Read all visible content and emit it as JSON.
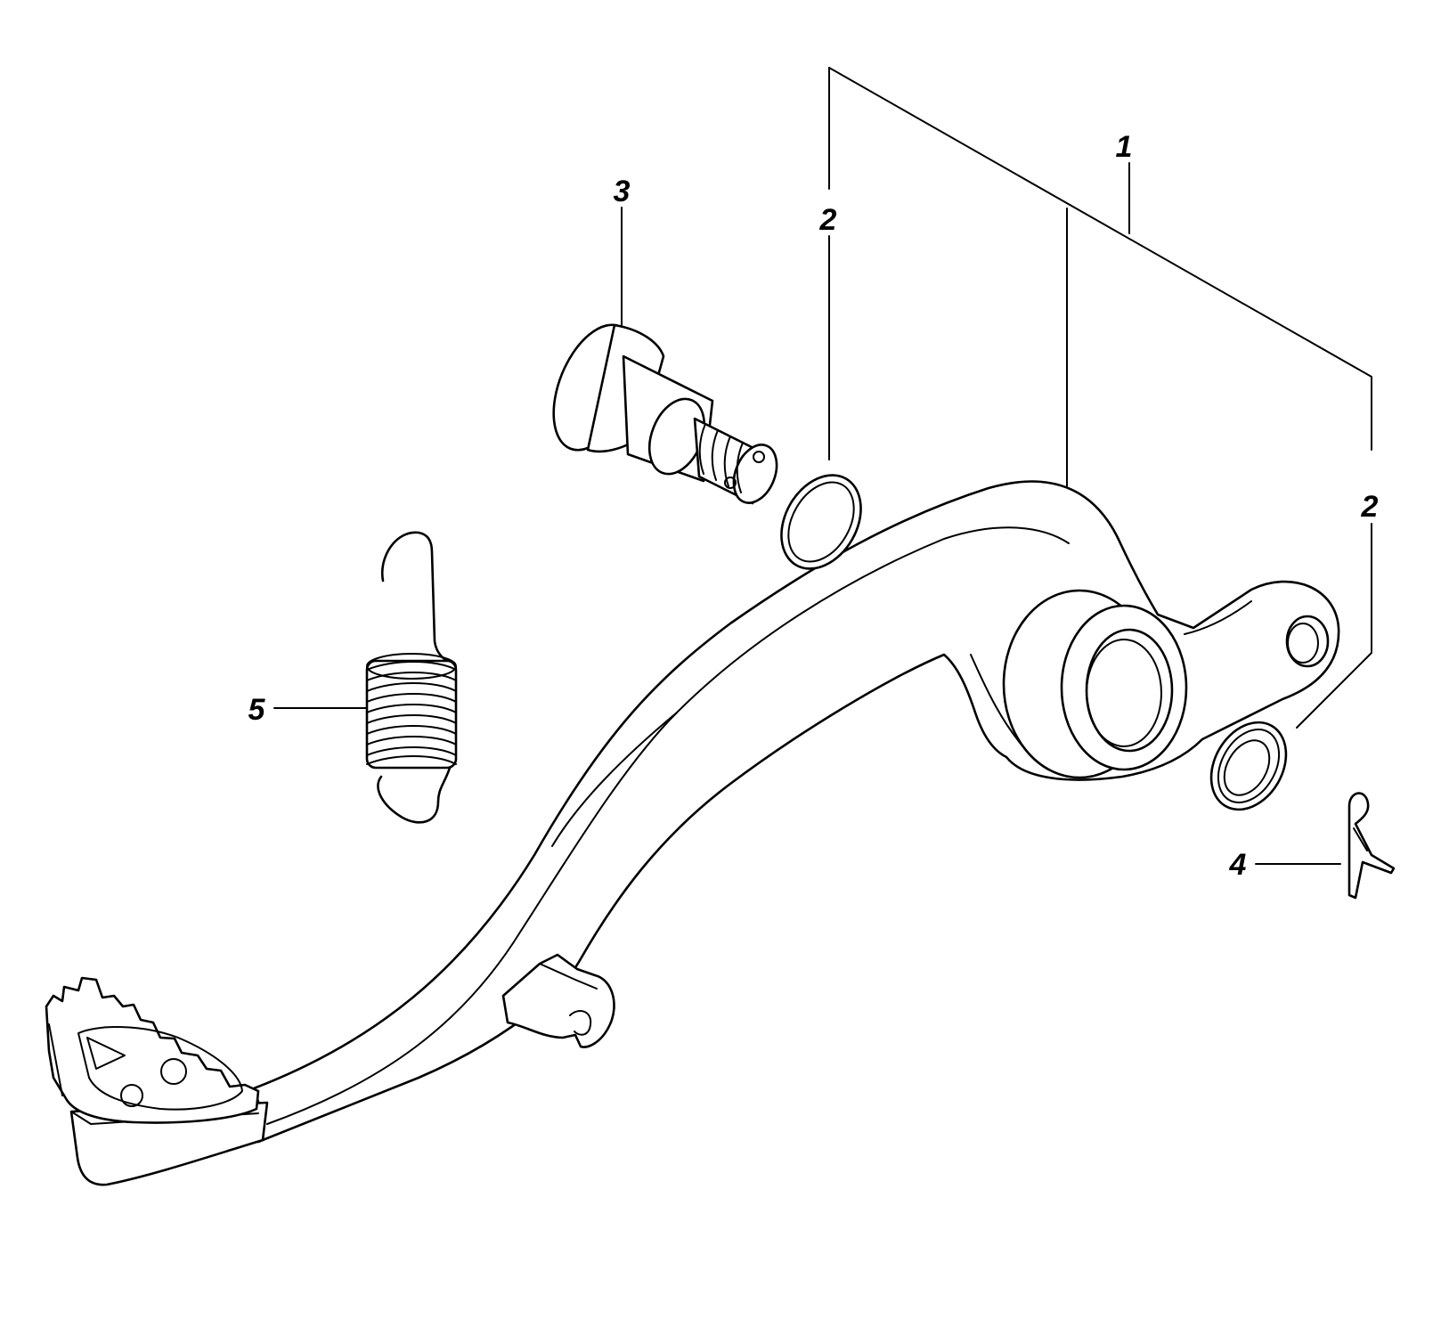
{
  "diagram": {
    "callouts": [
      {
        "id": "c1",
        "label": "1"
      },
      {
        "id": "c2a",
        "label": "2"
      },
      {
        "id": "c2b",
        "label": "2"
      },
      {
        "id": "c3",
        "label": "3"
      },
      {
        "id": "c4",
        "label": "4"
      },
      {
        "id": "c5",
        "label": "5"
      }
    ],
    "colors": {
      "line": "#000000",
      "background": "#ffffff"
    }
  }
}
